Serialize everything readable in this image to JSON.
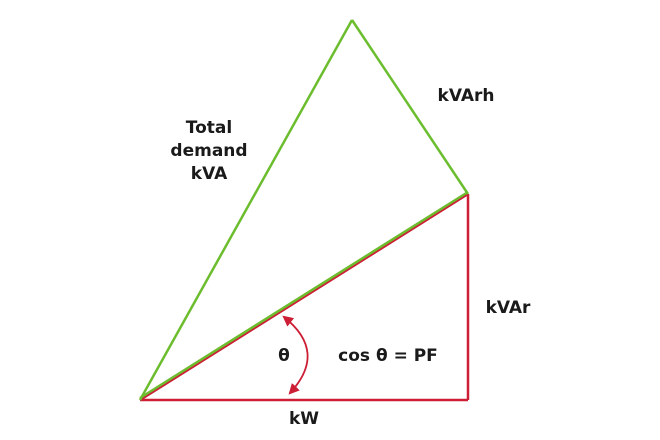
{
  "labels": {
    "total_demand": [
      "Total",
      "demand",
      "kVA"
    ],
    "kvarh": "kVArh",
    "kvar": "kVAr",
    "kw": "kW",
    "theta": "θ",
    "pf_equation": "cos θ = PF"
  },
  "colors": {
    "power_triangle": "#cc1f36",
    "demand_triangle": "#6cbd2e",
    "text": "#1a1a1a",
    "background": "#ffffff"
  }
}
